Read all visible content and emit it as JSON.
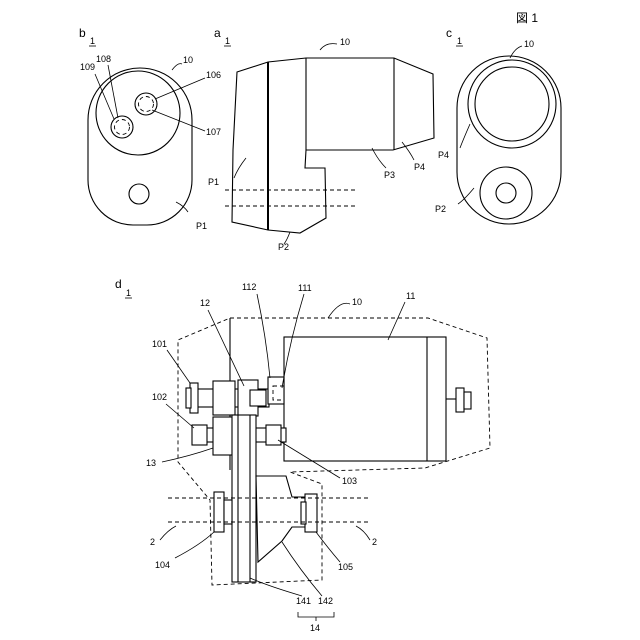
{
  "figure_title": "図 1",
  "views": {
    "a": {
      "letter": "a",
      "sub": "1"
    },
    "b": {
      "letter": "b",
      "sub": "1"
    },
    "c": {
      "letter": "c",
      "sub": "1"
    },
    "d": {
      "letter": "d",
      "sub": "1"
    }
  },
  "labels": {
    "b_10": "10",
    "b_106": "106",
    "b_107": "107",
    "b_108": "108",
    "b_109": "109",
    "b_P1": "P1",
    "a_10": "10",
    "a_P1": "P1",
    "a_P2": "P2",
    "a_P3": "P3",
    "a_P4": "P4",
    "c_10": "10",
    "c_P4": "P4",
    "c_P2": "P2",
    "d_10": "10",
    "d_11": "11",
    "d_12": "12",
    "d_13": "13",
    "d_101": "101",
    "d_102": "102",
    "d_103": "103",
    "d_104": "104",
    "d_105": "105",
    "d_111": "111",
    "d_112": "112",
    "d_141": "141",
    "d_142": "142",
    "d_14": "14",
    "d_2_left": "2",
    "d_2_right": "2"
  }
}
